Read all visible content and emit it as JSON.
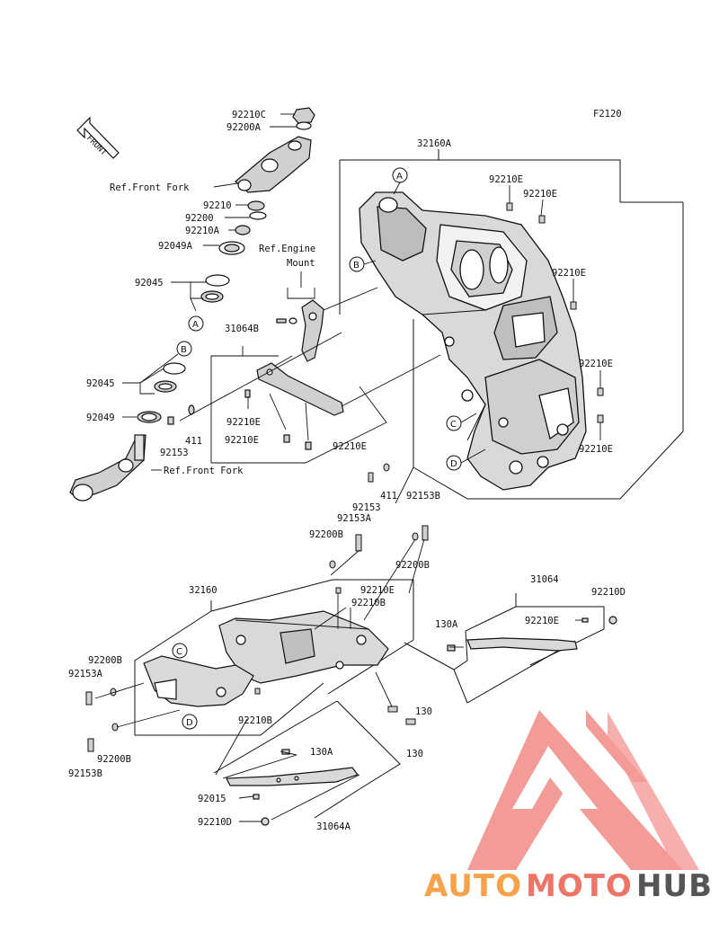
{
  "diagram": {
    "code": "F2120",
    "front_arrow": "FRONT",
    "callouts": [
      "A",
      "B",
      "C",
      "D"
    ],
    "parts": {
      "p92210C": "92210C",
      "p92200A": "92200A",
      "ref_front_fork_top": "Ref.Front Fork",
      "p92210_top": "92210",
      "p92200": "92200",
      "p92210A": "92210A",
      "p92049A": "92049A",
      "ref_engine_mount_1": "Ref.Engine",
      "ref_engine_mount_2": "Mount",
      "p92045_upper": "92045",
      "p31064B": "31064B",
      "p92045_lower": "92045",
      "p92049": "92049",
      "p92153_left": "92153",
      "p411_left": "411",
      "ref_front_fork_bottom": "Ref.Front Fork",
      "p92210E_a": "92210E",
      "p92210E_b": "92210E",
      "p92210E_c": "92210E",
      "p32160A": "32160A",
      "p92210E_fr1": "92210E",
      "p92210E_fr2": "92210E",
      "p92210E_fr3": "92210E",
      "p92210E_fr4": "92210E",
      "p92210E_fr5": "92210E",
      "p411_mid": "411",
      "p92153_mid": "92153",
      "p92153A_mid": "92153A",
      "p92153B_mid": "92153B",
      "p92200B_mid": "92200B",
      "p92200B_right": "92200B",
      "p32160": "32160",
      "p92210E_sub": "92210E",
      "p92210B_sub": "92210B",
      "p31064": "31064",
      "p92210D_right": "92210D",
      "p130A_right": "130A",
      "p92210E_right": "92210E",
      "p92200B_left": "92200B",
      "p92153A_left": "92153A",
      "p92210B_low": "92210B",
      "p130_a": "130",
      "p130_b": "130",
      "p92200B_low": "92200B",
      "p92153B_low": "92153B",
      "p130A_low": "130A",
      "p92015": "92015",
      "p92210D_low": "92210D",
      "p31064A": "31064A"
    }
  },
  "watermark": {
    "part1": "AUTO",
    "part2": "MOTO",
    "part3": "HUB",
    "color1": "#f7a24a",
    "color2": "#ee7468",
    "color3": "#555555",
    "logo_color": "#f28a86"
  }
}
